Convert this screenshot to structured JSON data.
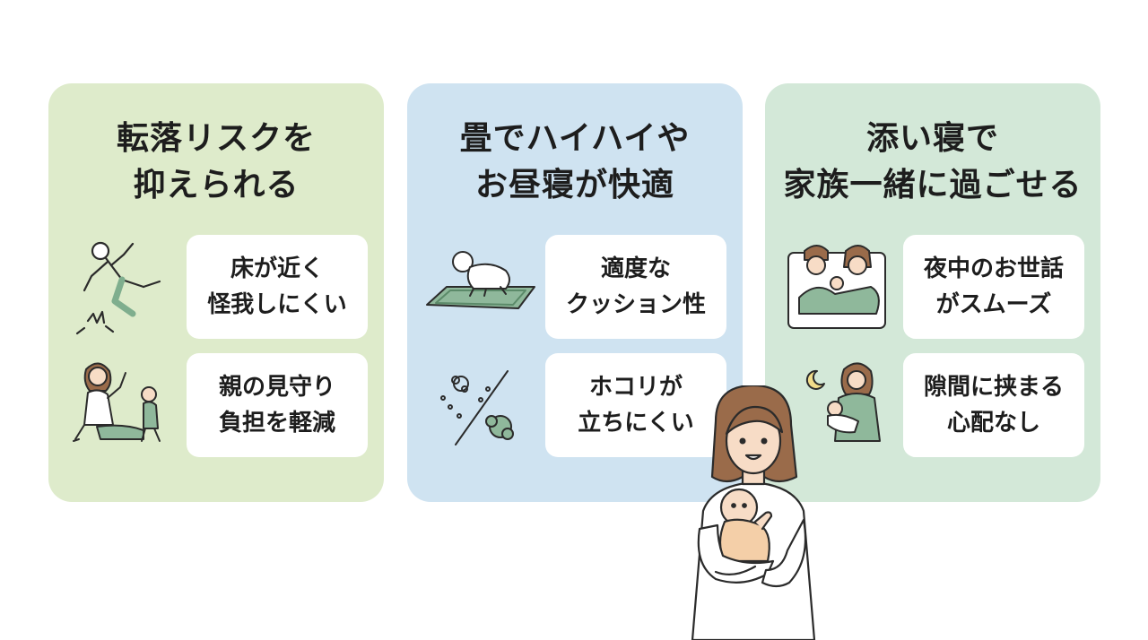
{
  "cards": [
    {
      "title": [
        "転落リスクを",
        "抑えられる"
      ],
      "bg": "#deebcb",
      "items": [
        {
          "lines": [
            "床が近く",
            "怪我しにくい"
          ],
          "icon": "falling-person-icon"
        },
        {
          "lines": [
            "親の見守り",
            "負担を軽減"
          ],
          "icon": "parent-watching-child-icon"
        }
      ]
    },
    {
      "title": [
        "畳でハイハイや",
        "お昼寝が快適"
      ],
      "bg": "#cfe3f1",
      "items": [
        {
          "lines": [
            "適度な",
            "クッション性"
          ],
          "icon": "crawling-baby-on-mat-icon"
        },
        {
          "lines": [
            "ホコリが",
            "立ちにくい"
          ],
          "icon": "no-dust-icon"
        }
      ]
    },
    {
      "title": [
        "添い寝で",
        "家族一緒に過ごせる"
      ],
      "bg": "#d3e8d8",
      "items": [
        {
          "lines": [
            "夜中のお世話",
            "がスムーズ"
          ],
          "icon": "family-sleeping-icon"
        },
        {
          "lines": [
            "隙間に挟まる",
            "心配なし"
          ],
          "icon": "mother-holding-baby-night-icon"
        }
      ]
    }
  ],
  "colors": {
    "accent_green": "#8fb89b",
    "line": "#2b2b2b",
    "hair": "#9a6b4a",
    "skin": "#f7dcc6"
  },
  "footer_illustration": "mother-holding-baby-icon"
}
